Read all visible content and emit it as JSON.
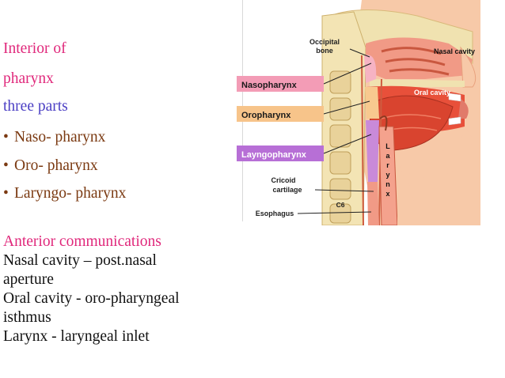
{
  "left_text": {
    "line1": "Interior of",
    "line2": "pharynx",
    "line3": "three parts",
    "bullets": [
      "Naso- pharynx",
      "Oro- pharynx",
      "Laryngo- pharynx"
    ],
    "heading": "Anterior communications",
    "body": [
      "Nasal cavity – post.nasal",
      "aperture",
      "Oral cavity - oro-pharyngeal",
      "isthmus",
      "Larynx - laryngeal inlet"
    ]
  },
  "figure": {
    "occipital_l1": "Occipital",
    "occipital_l2": "bone",
    "nasal_cavity": "Nasal cavity",
    "oral_cavity": "Oral cavity",
    "nasopharynx": "Nasopharynx",
    "oropharynx": "Oropharynx",
    "laryngopharynx": "Layngopharynx",
    "cricoid_l1": "Cricoid",
    "cricoid_l2": "cartilage",
    "esophagus": "Esophagus",
    "c6": "C6",
    "larynx_letters": [
      "L",
      "a",
      "r",
      "y",
      "n",
      "x"
    ]
  },
  "colors": {
    "nasopharynx_label_bg": "#f39cb6",
    "oropharynx_label_bg": "#f7c48a",
    "laryngopharynx_label_bg": "#b76fd6",
    "tissue": "#f2a38c",
    "muscle": "#e2553f",
    "bone": "#f0e2b0"
  }
}
